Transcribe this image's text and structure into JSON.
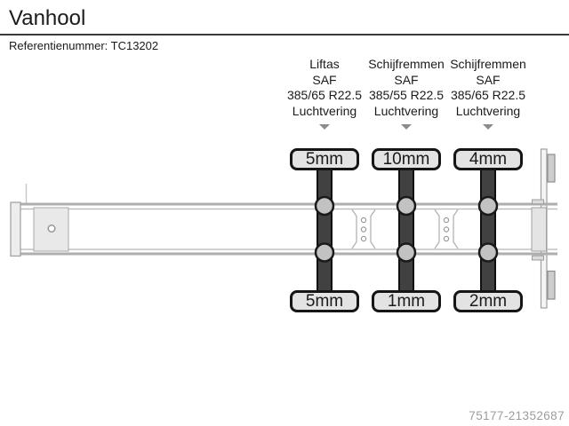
{
  "header": {
    "title": "Vanhool",
    "reference": "Referentienummer: TC13202"
  },
  "axles": [
    {
      "type": "Liftas",
      "brand": "SAF",
      "tire_size": "385/65 R22.5",
      "suspension": "Luchtvering",
      "tread_depth_top": "5mm",
      "tread_depth_bottom": "5mm"
    },
    {
      "type": "Schijfremmen",
      "brand": "SAF",
      "tire_size": "385/55 R22.5",
      "suspension": "Luchtvering",
      "tread_depth_top": "10mm",
      "tread_depth_bottom": "1mm"
    },
    {
      "type": "Schijfremmen",
      "brand": "SAF",
      "tire_size": "385/65 R22.5",
      "suspension": "Luchtvering",
      "tread_depth_top": "4mm",
      "tread_depth_bottom": "2mm"
    }
  ],
  "footer": {
    "listing_id": "75177-21352687"
  },
  "colors": {
    "axle_bar": "#414141",
    "hub_circle": "#c2c2c2",
    "badge_fill": "#e3e3e3",
    "chassis_outline": "#9e9e9e",
    "triangle": "#8c8c8c",
    "footer_text": "#9c9c9c"
  }
}
